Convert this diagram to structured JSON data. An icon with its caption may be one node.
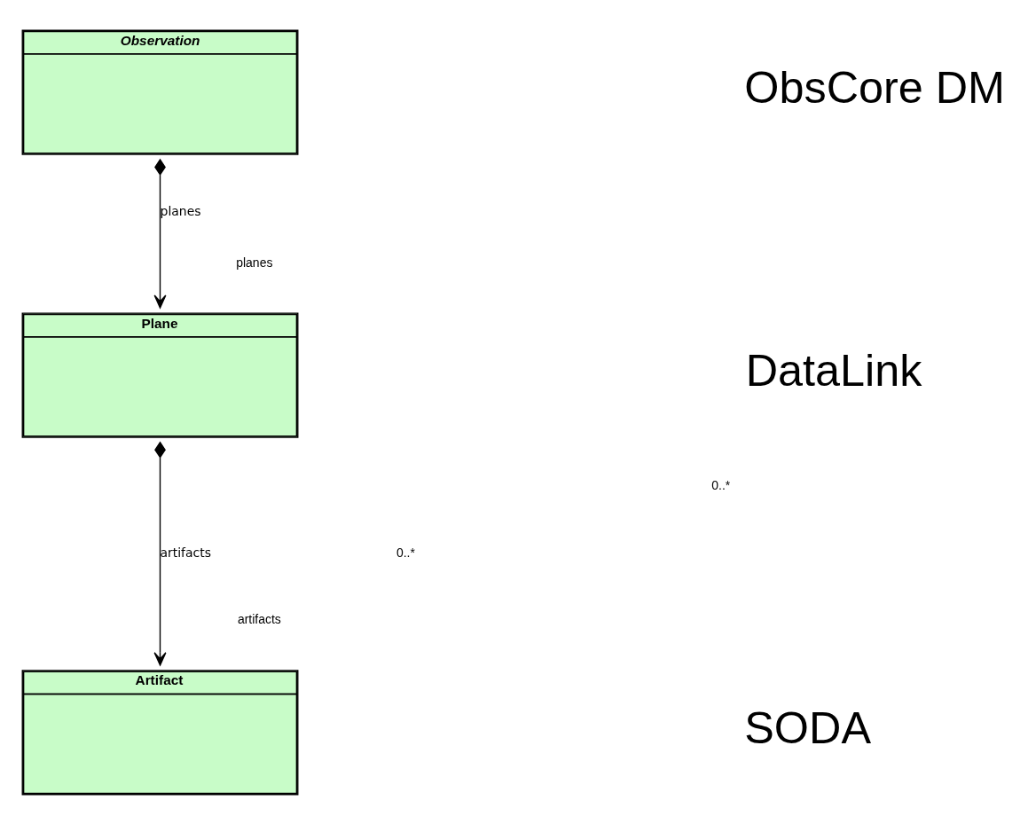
{
  "diagram": {
    "nodes": [
      {
        "text": [
          "Observation"
        ]
      },
      {
        "text": [
          "Plane"
        ]
      },
      {
        "text": [
          "Artifact"
        ]
      }
    ],
    "edges": [
      {
        "from": 0,
        "to": 1,
        "arrow": "to",
        "label": "planes"
      },
      {
        "from": 1,
        "to": 2,
        "arrow": "to",
        "label": "artifacts"
      }
    ],
    "labels": [
      "ObsCore DM",
      "planes",
      "0..*",
      "DataLink",
      "artifacts",
      "0..*",
      "SODA"
    ]
  }
}
